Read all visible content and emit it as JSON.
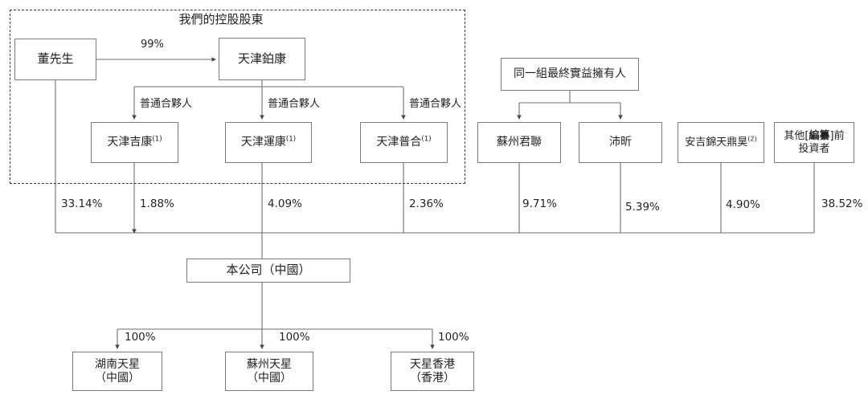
{
  "diagram": {
    "title_group": "我們的控股股東",
    "controlling_group_box": {
      "label": "我們的控股股東"
    },
    "nodes": {
      "mr_dong": "董先生",
      "tianjin_bokang": "天津鉑康",
      "tianjin_jikang": "天津吉康",
      "tianjin_jikang_sup": "(1)",
      "tianjin_yunkang": "天津運康",
      "tianjin_yunkang_sup": "(1)",
      "tianjin_puhe": "天津普合",
      "tianjin_puhe_sup": "(1)",
      "same_group_beneficial_owners": "同一組最終實益擁有人",
      "suzhou_junlian": "蘇州君聯",
      "peixin": "沛昕",
      "anji_jintian_dinghao": "安吉錦天鼎昊",
      "anji_jintian_dinghao_sup": "(2)",
      "other_pre_investors_a": "其他[",
      "other_pre_investors_redacted": "編纂",
      "other_pre_investors_b": "]前",
      "other_pre_investors_c": "投資者",
      "company": "本公司（中國）",
      "hunan_tianxing": "湖南天星\n（中國）",
      "suzhou_tianxing": "蘇州天星\n（中國）",
      "tianxing_hongkong": "天星香港\n（香港）"
    },
    "edges": {
      "dong_to_bokang_pct": "99%",
      "gp_label_1": "普通合夥人",
      "gp_label_2": "普通合夥人",
      "gp_label_3": "普通合夥人"
    },
    "ownership_percentages": [
      {
        "holder": "董先生",
        "value": "33.14%"
      },
      {
        "holder": "天津吉康",
        "value": "1.88%"
      },
      {
        "holder": "天津運康",
        "value": "4.09%"
      },
      {
        "holder": "天津普合",
        "value": "2.36%"
      },
      {
        "holder": "蘇州君聯",
        "value": "9.71%"
      },
      {
        "holder": "沛昕",
        "value": "5.39%"
      },
      {
        "holder": "安吉錦天鼎昊",
        "value": "4.90%"
      },
      {
        "holder": "其他[編纂]前投資者",
        "value": "38.52%"
      }
    ],
    "subsidiary_percentages": [
      {
        "subsidiary": "湖南天星（中國）",
        "value": "100%"
      },
      {
        "subsidiary": "蘇州天星（中國）",
        "value": "100%"
      },
      {
        "subsidiary": "天星香港（香港）",
        "value": "100%"
      }
    ],
    "colors": {
      "line": "#6d6d6b",
      "box_border": "#7a7a78",
      "text": "#231f20",
      "dashed_border": "#3a3a3a",
      "background": "#ffffff"
    }
  }
}
